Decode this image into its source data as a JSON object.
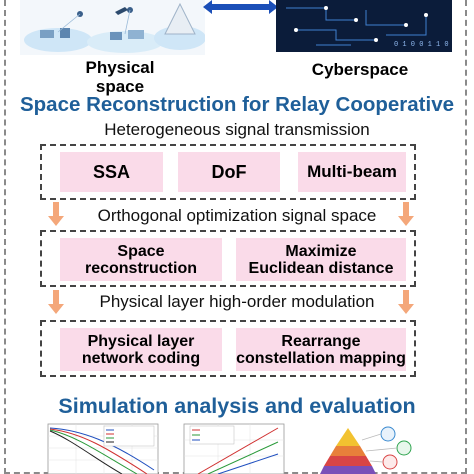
{
  "header": {
    "physical_caption": "Physical space",
    "cyber_caption": "Cyberspace",
    "cyber_digits": "0 1 0 0 1 1 0"
  },
  "main_title": "Space Reconstruction for Relay Cooperative",
  "stages": [
    {
      "label": "Heterogeneous signal transmission",
      "boxes": [
        "SSA",
        "DoF",
        "Multi-beam"
      ]
    },
    {
      "label": "Orthogonal optimization signal space",
      "boxes": [
        [
          "Space",
          "reconstruction"
        ],
        [
          "Maximize",
          "Euclidean distance"
        ]
      ]
    },
    {
      "label": "Physical layer high-order modulation",
      "boxes": [
        [
          "Physical layer",
          "network coding"
        ],
        [
          "Rearrange",
          "constellation mapping"
        ]
      ]
    }
  ],
  "simulation_title": "Simulation analysis and evaluation",
  "colors": {
    "title_blue": "#1f5f99",
    "box_pink": "#fadbe9",
    "arrow_orange": "#f4a77a",
    "link_blue": "#1b4fb8"
  }
}
